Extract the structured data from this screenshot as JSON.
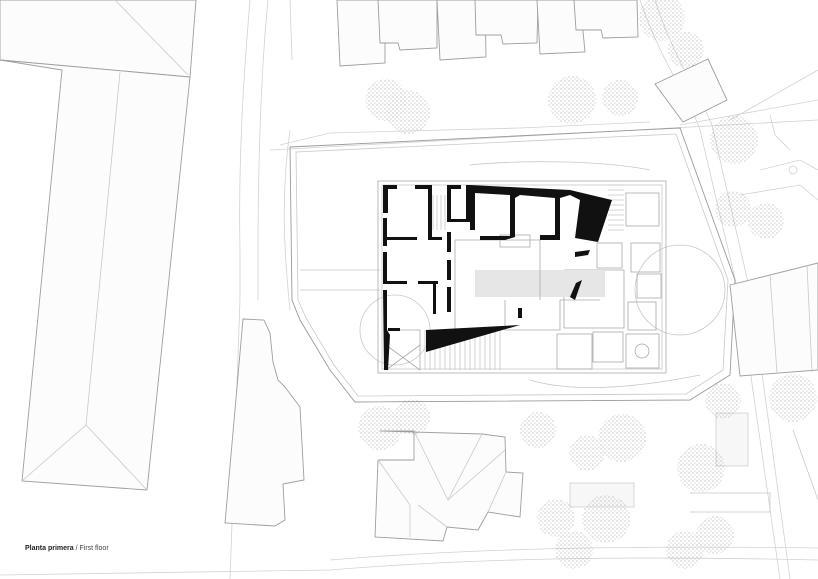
{
  "drawing": {
    "type": "architectural site plan",
    "title_es": "Planta primera",
    "separator": " / ",
    "title_en": "First floor"
  },
  "colors": {
    "background": "#ffffff",
    "walls": "#111111",
    "lines": "#9a9a9a",
    "light_lines": "#c8c8c8",
    "void_fill": "#e6e6e6"
  },
  "elements": {
    "main_building": "First floor plan with solid black walls",
    "neighbor_roofs": [
      "north row houses",
      "west long building",
      "south hip-roof house",
      "southwest block",
      "east gabled building",
      "northeast small building"
    ],
    "trees": "stippled circles"
  }
}
